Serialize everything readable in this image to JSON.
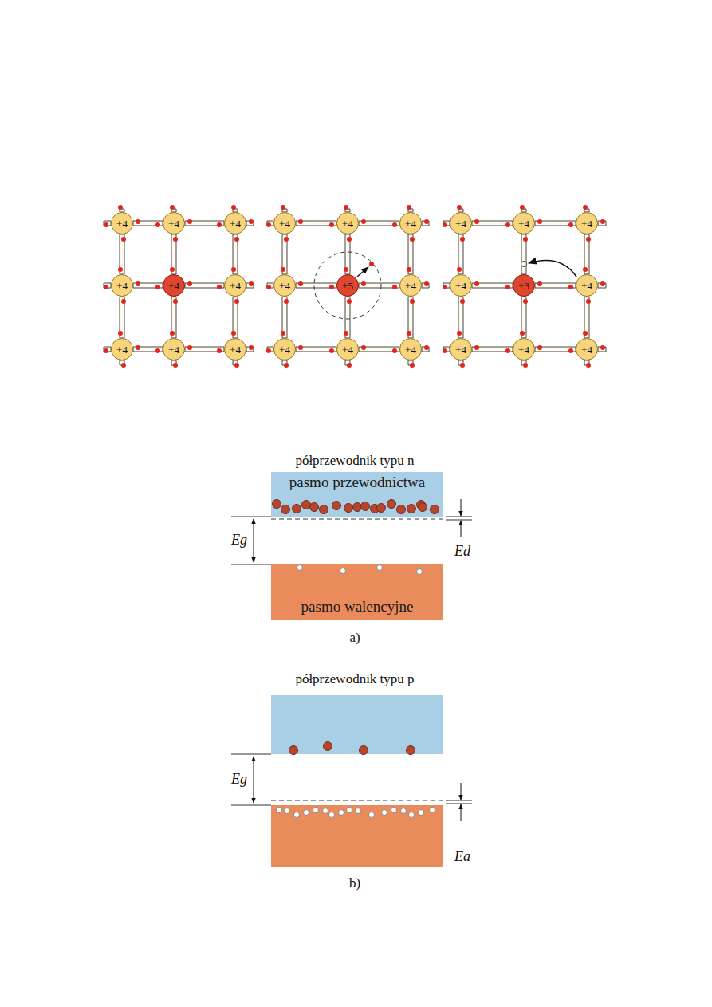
{
  "diagram": {
    "nodes": [
      {
        "text": [
          "+4"
        ]
      },
      {
        "text": [
          "+4"
        ]
      },
      {
        "text": [
          "+4"
        ]
      },
      {
        "text": [
          "+4"
        ]
      },
      {
        "text": [
          "+4"
        ]
      },
      {
        "text": [
          "+4"
        ]
      },
      {
        "text": [
          "+4"
        ]
      },
      {
        "text": [
          "+4"
        ]
      },
      {
        "text": [
          "+4"
        ]
      },
      {
        "text": [
          "+4"
        ]
      },
      {
        "text": [
          "+4"
        ]
      },
      {
        "text": [
          "+4"
        ]
      },
      {
        "text": [
          "+4"
        ]
      },
      {
        "text": [
          "+5"
        ]
      },
      {
        "text": [
          "+4"
        ]
      },
      {
        "text": [
          "+4"
        ]
      },
      {
        "text": [
          "+4"
        ]
      },
      {
        "text": [
          "+4"
        ]
      },
      {
        "text": [
          "+4"
        ]
      },
      {
        "text": [
          "+4"
        ]
      },
      {
        "text": [
          "+4"
        ]
      },
      {
        "text": [
          "+4"
        ]
      },
      {
        "text": [
          "+3"
        ]
      },
      {
        "text": [
          "+4"
        ]
      },
      {
        "text": [
          "+4"
        ]
      },
      {
        "text": [
          "+4"
        ]
      },
      {
        "text": [
          "+4"
        ]
      },
      {
        "text": [
          "pasmo przewodnictwa"
        ]
      },
      {
        "text": [
          "pasmo walencyjne"
        ]
      }
    ],
    "edges": [
      {
        "from": 0,
        "to": 1,
        "arrow": "none"
      },
      {
        "from": 1,
        "to": 2,
        "arrow": "none"
      },
      {
        "from": 3,
        "to": 4,
        "arrow": "none"
      },
      {
        "from": 4,
        "to": 5,
        "arrow": "none"
      },
      {
        "from": 6,
        "to": 7,
        "arrow": "none"
      },
      {
        "from": 7,
        "to": 8,
        "arrow": "none"
      },
      {
        "from": 0,
        "to": 3,
        "arrow": "none"
      },
      {
        "from": 1,
        "to": 4,
        "arrow": "none"
      },
      {
        "from": 2,
        "to": 5,
        "arrow": "none"
      },
      {
        "from": 3,
        "to": 6,
        "arrow": "none"
      },
      {
        "from": 4,
        "to": 7,
        "arrow": "none"
      },
      {
        "from": 5,
        "to": 8,
        "arrow": "none"
      },
      {
        "from": 9,
        "to": 10,
        "arrow": "none"
      },
      {
        "from": 10,
        "to": 11,
        "arrow": "none"
      },
      {
        "from": 12,
        "to": 13,
        "arrow": "none"
      },
      {
        "from": 13,
        "to": 14,
        "arrow": "none"
      },
      {
        "from": 15,
        "to": 16,
        "arrow": "none"
      },
      {
        "from": 16,
        "to": 17,
        "arrow": "none"
      },
      {
        "from": 9,
        "to": 12,
        "arrow": "none"
      },
      {
        "from": 10,
        "to": 13,
        "arrow": "none"
      },
      {
        "from": 11,
        "to": 14,
        "arrow": "none"
      },
      {
        "from": 12,
        "to": 15,
        "arrow": "none"
      },
      {
        "from": 13,
        "to": 16,
        "arrow": "none"
      },
      {
        "from": 14,
        "to": 17,
        "arrow": "none"
      },
      {
        "from": 18,
        "to": 19,
        "arrow": "none"
      },
      {
        "from": 19,
        "to": 20,
        "arrow": "none"
      },
      {
        "from": 21,
        "to": 22,
        "arrow": "none"
      },
      {
        "from": 22,
        "to": 23,
        "arrow": "none"
      },
      {
        "from": 24,
        "to": 25,
        "arrow": "none"
      },
      {
        "from": 25,
        "to": 26,
        "arrow": "none"
      },
      {
        "from": 18,
        "to": 21,
        "arrow": "none"
      },
      {
        "from": 19,
        "to": 22,
        "arrow": "none"
      },
      {
        "from": 20,
        "to": 23,
        "arrow": "none"
      },
      {
        "from": 21,
        "to": 24,
        "arrow": "none"
      },
      {
        "from": 22,
        "to": 25,
        "arrow": "none"
      },
      {
        "from": 23,
        "to": 26,
        "arrow": "none"
      }
    ],
    "labels": [
      "półprzewodnik typu n",
      "Eg",
      "Ed",
      "a)",
      "półprzewodnik typu p",
      "Eg",
      "Ea",
      "b)"
    ]
  }
}
